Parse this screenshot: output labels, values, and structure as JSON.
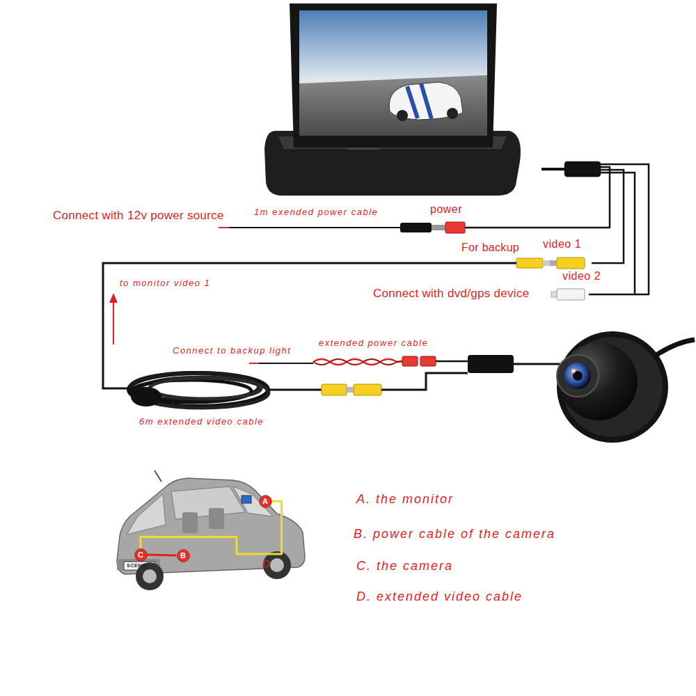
{
  "diagram": {
    "nodes": [
      {
        "text": [
          "A"
        ]
      },
      {
        "text": [
          "C"
        ]
      },
      {
        "text": [
          "B"
        ]
      }
    ],
    "edges": [
      {
        "from": 1,
        "to": 2,
        "arrow": "none"
      },
      {
        "from": 1,
        "to": 0,
        "arrow": "none",
        "label": "D"
      }
    ],
    "labels": [
      "Connect with 12v power source",
      "1m exended power cable",
      "power",
      "For backup",
      "video 1",
      "to monitor video 1",
      "video 2",
      "Connect with dvd/gps device",
      "Connect to backup light",
      "extended power cable",
      "6m extended video cable",
      "SCENIC",
      "A. the monitor",
      "B. power cable of the camera",
      "C. the camera",
      "D. extended video cable"
    ]
  }
}
